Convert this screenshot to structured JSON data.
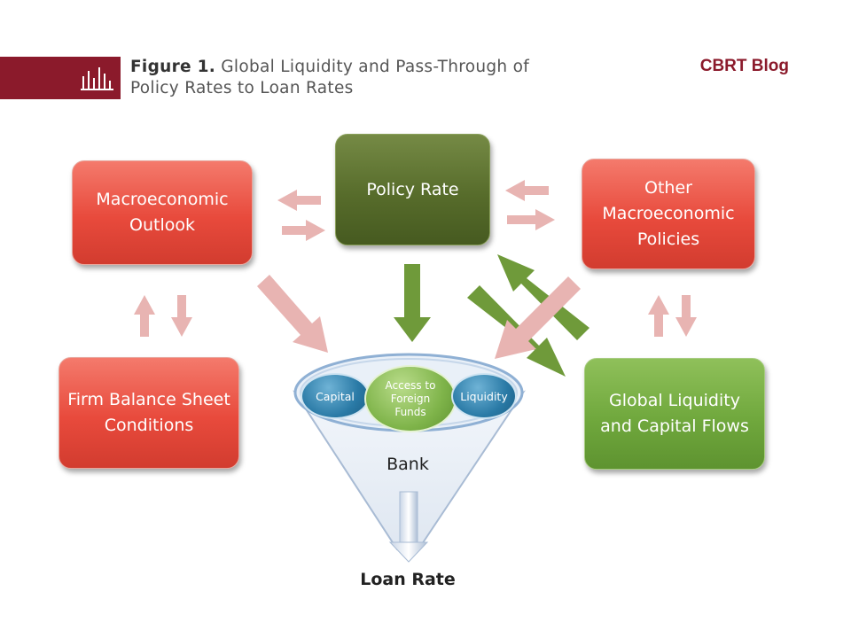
{
  "header": {
    "figure_number": "Figure 1.",
    "figure_title": "Global Liquidity and Pass-Through of Policy Rates to Loan Rates",
    "blog_label": "CBRT Blog",
    "brand_color": "#8b1a2b",
    "icon": "bar-chart-icon"
  },
  "nodes": {
    "macroeconomic_outlook": "Macroeconomic Outlook",
    "policy_rate": "Policy Rate",
    "other_policies": "Other Macroeconomic Policies",
    "firm_balance": "Firm Balance Sheet Conditions",
    "global_liquidity": "Global Liquidity and Capital Flows"
  },
  "funnel": {
    "label": "Bank",
    "capital": "Capital",
    "foreign_funds": "Access to Foreign Funds",
    "liquidity": "Liquidity",
    "output": "Loan Rate"
  },
  "colors": {
    "red_box": "#e84a3c",
    "dark_green_box": "#576c2b",
    "green_box": "#70a83d",
    "pink_arrow": "#e8b4b2",
    "green_arrow": "#6f9a3a"
  }
}
